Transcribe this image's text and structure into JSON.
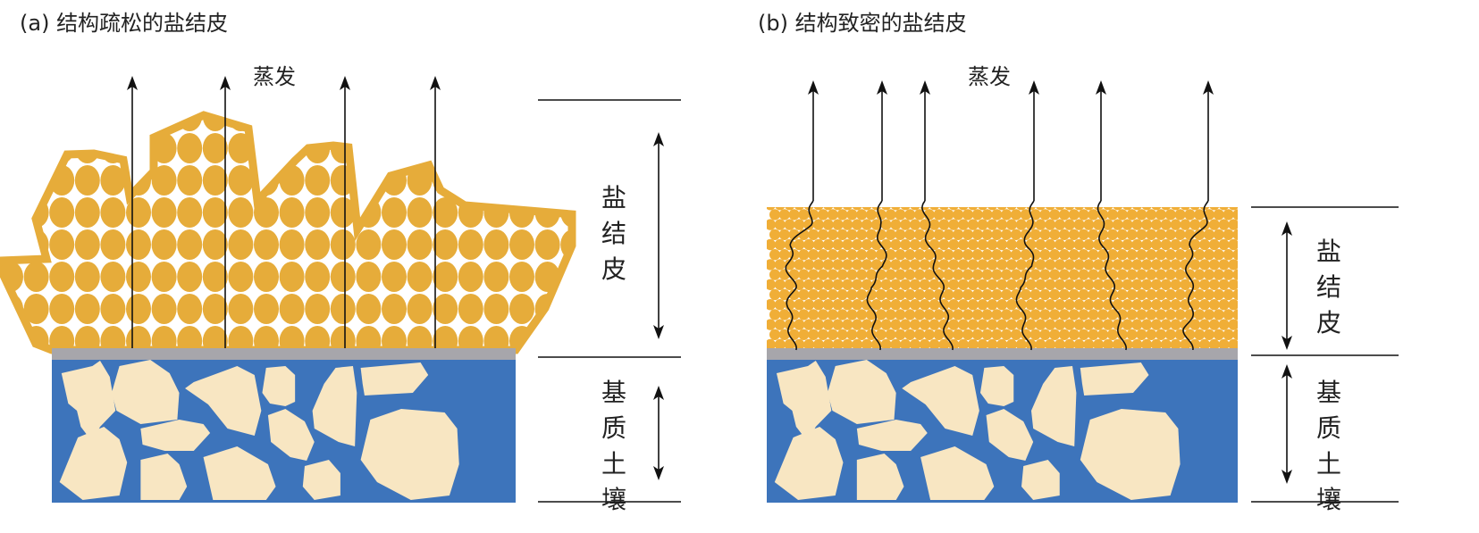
{
  "panel_a": {
    "title": "(a) 结构疏松的盐结皮",
    "evaporation": "蒸发",
    "crust_label": "盐结皮",
    "soil_label": "基质土壤"
  },
  "panel_b": {
    "title": "(b) 结构致密的盐结皮",
    "evaporation": "蒸发",
    "crust_label": "盐结皮",
    "soil_label": "基质土壤"
  },
  "colors": {
    "salt": "#e6ac3a",
    "salt_dense": "#f0ae37",
    "soil": "#3d74bb",
    "rock": "#f8e6c2",
    "interface": "#a7a6ab"
  }
}
